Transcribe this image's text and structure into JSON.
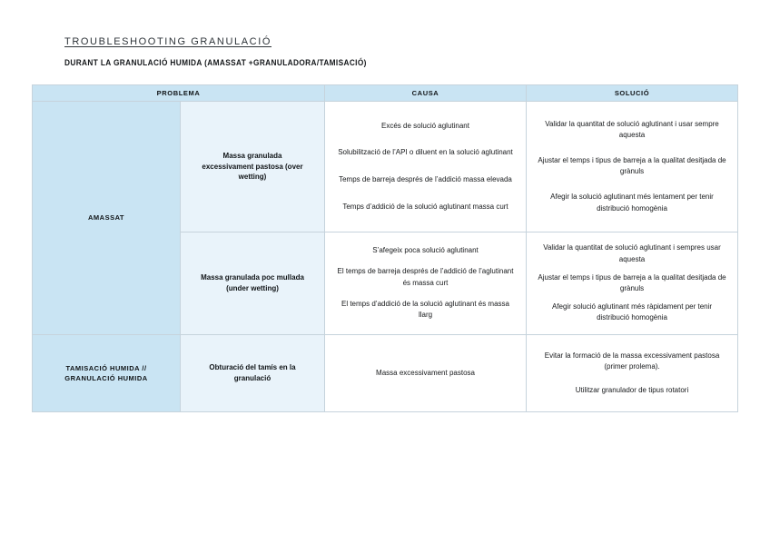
{
  "page": {
    "title": "TROUBLESHOOTING GRANULACIÓ",
    "subtitle": "DURANT LA GRANULACIÓ HUMIDA (AMASSAT +GRANULADORA/TAMISACIÓ)"
  },
  "table": {
    "headers": {
      "problema": "PROBLEMA",
      "causa": "CAUSA",
      "solucio": "SOLUCIÓ"
    },
    "colors": {
      "header_bg": "#c9e4f3",
      "process_bg": "#c9e4f3",
      "problem_bg": "#e9f3fa",
      "border": "#c6d3dc"
    },
    "rows": [
      {
        "process": "AMASSAT",
        "problem": "Massa granulada excessivament pastosa (over wetting)",
        "causes": [
          "Excés de solució aglutinant",
          "Solubilització de l’API o diluent en la solució aglutinant",
          "Temps de barreja després de l’addició massa elevada",
          "Temps d’addició de la solució aglutinant massa curt"
        ],
        "solutions": [
          "Validar la quantitat de solució aglutinant i usar sempre aquesta",
          "Ajustar el temps i tipus de barreja a la qualitat desitjada de grànuls",
          "Afegir la solució aglutinant més lentament per tenir distribució homogènia"
        ]
      },
      {
        "problem": "Massa granulada poc mullada (under wetting)",
        "causes": [
          "S’afegeix poca solució aglutinant",
          "El temps de barreja després de l’addició de l’aglutinant és massa curt",
          "El temps d’addició de la solució aglutinant és massa llarg"
        ],
        "solutions": [
          "Validar la quantitat de solució aglutinant i sempres usar aquesta",
          "Ajustar el temps i tipus de barreja a la qualitat desitjada de grànuls",
          "Afegir solució aglutinant més ràpidament per tenir distribució homogènia"
        ]
      },
      {
        "process": "TAMISACIÓ HUMIDA // GRANULACIÓ HUMIDA",
        "problem": "Obturació del tamís en la granulació",
        "causes": [
          "Massa excessivament pastosa"
        ],
        "solutions": [
          "Evitar la formació de la massa excessivament pastosa (primer prolema).",
          "Utilitzar granulador de tipus rotatori"
        ]
      }
    ]
  }
}
